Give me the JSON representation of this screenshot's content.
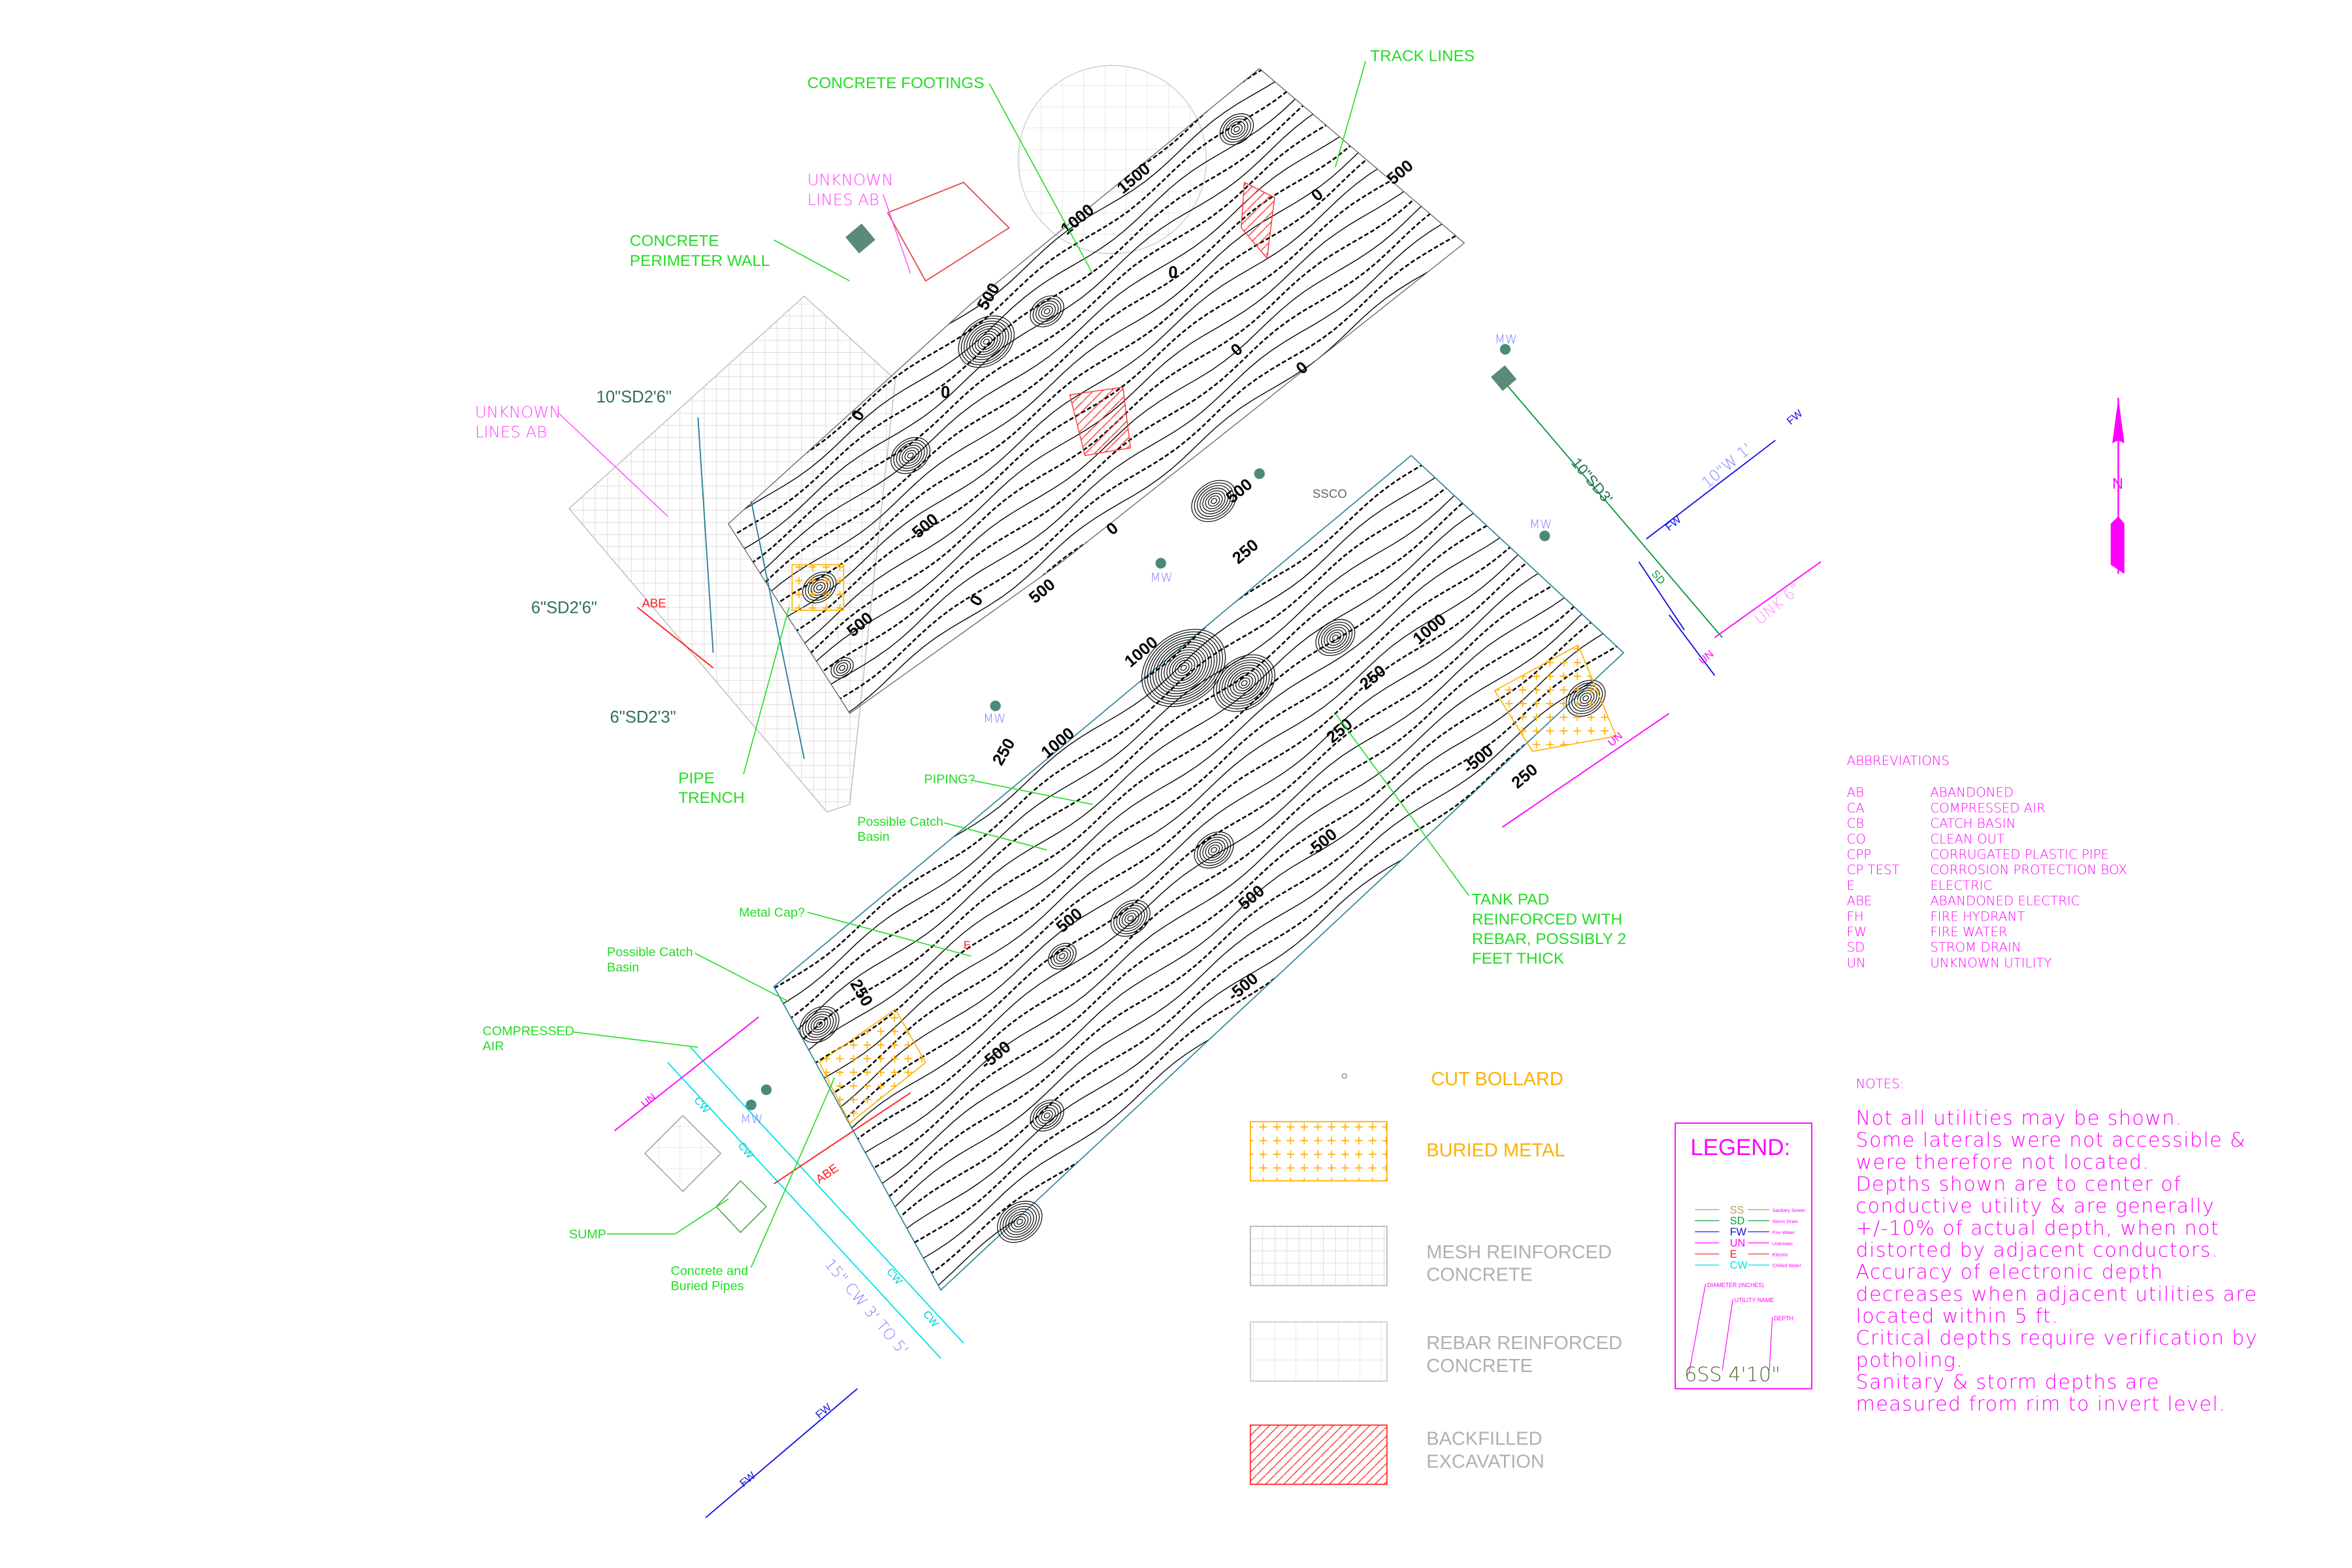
{
  "map_labels": {
    "track_lines": "TRACK LINES",
    "concrete_footings": "CONCRETE FOOTINGS",
    "unknown_lines_ab_top": [
      "UNKNOWN",
      "LINES AB"
    ],
    "concrete_perimeter_wall": [
      "CONCRETE",
      "PERIMETER WALL"
    ],
    "unknown_lines_ab_left": [
      "UNKNOWN",
      "LINES AB"
    ],
    "sd_10_2_6": "10\"SD2'6\"",
    "sd_6_2_6": "6\"SD2'6\"",
    "sd_6_2_3": "6\"SD2'3\"",
    "pipe_trench": [
      "PIPE",
      "TRENCH"
    ],
    "piping": "PIPING?",
    "possible_catch_basin_1": [
      "Possible Catch",
      "Basin"
    ],
    "metal_cap": "Metal Cap?",
    "possible_catch_basin_2": [
      "Possible Catch",
      "Basin"
    ],
    "compressed_air": [
      "COMPRESSED",
      "AIR"
    ],
    "sump": "SUMP",
    "concrete_buried_pipes": [
      "Concrete and",
      "Buried Pipes"
    ],
    "tank_pad": [
      "TANK PAD",
      "REINFORCED WITH",
      "REBAR, POSSIBLY 2",
      "FEET THICK"
    ],
    "sd_10_3": "10\"SD3'",
    "w_10_1": "10\"W 1'",
    "unk_6": "UNK 6\"",
    "cw_15": "15\" CW 3' TO 5'",
    "ssco": "SSCO",
    "mw": "MW",
    "abe": "ABE",
    "fw": "FW",
    "sd": "SD",
    "un": "UN",
    "cw": "CW",
    "e": "E"
  },
  "contour_labels": [
    "1500",
    "1000",
    "500",
    "0",
    "0",
    "0",
    "0",
    "500",
    "0",
    "0",
    "500",
    "500",
    "0",
    "500",
    "0",
    "250",
    "1000",
    "250",
    "1000",
    "250",
    "1000",
    "250",
    "-500",
    "250",
    "500",
    "500",
    "-500",
    "-500",
    "-500",
    "250",
    "500"
  ],
  "north_arrow": {
    "label": "N",
    "color": "#ff00ff"
  },
  "symbol_legend": {
    "cut_bollard": "CUT BOLLARD",
    "buried_metal": "BURIED METAL",
    "mesh_reinforced_concrete": [
      "MESH REINFORCED",
      "CONCRETE"
    ],
    "rebar_reinforced_concrete": [
      "REBAR REINFORCED",
      "CONCRETE"
    ],
    "backfilled_excavation": [
      "BACKFILLED",
      "EXCAVATION"
    ]
  },
  "legend_box": {
    "title": "LEGEND:",
    "utilities": [
      {
        "code": "SS",
        "name": "Sanitary Sewer",
        "color": "#b89c6c"
      },
      {
        "code": "SD",
        "name": "Storm Drain",
        "color": "#0a9a3a"
      },
      {
        "code": "FW",
        "name": "Fire Water",
        "color": "#1010e0"
      },
      {
        "code": "UN",
        "name": "Unknown",
        "color": "#ff00ff"
      },
      {
        "code": "E",
        "name": "Electric",
        "color": "#ff1a1a"
      },
      {
        "code": "CW",
        "name": "Chilled Water",
        "color": "#00e5e5"
      }
    ],
    "diameter_label": "DIAMETER (INCHES)",
    "utility_name_label": "UTILITY NAME",
    "depth_label": "DEPTH",
    "example": "6SS  4'10\""
  },
  "abbreviations": {
    "title": "ABBREVIATIONS",
    "items": [
      {
        "abbr": "AB",
        "meaning": "ABANDONED"
      },
      {
        "abbr": "CA",
        "meaning": "COMPRESSED AIR"
      },
      {
        "abbr": "CB",
        "meaning": "CATCH BASIN"
      },
      {
        "abbr": "CO",
        "meaning": "CLEAN OUT"
      },
      {
        "abbr": "CPP",
        "meaning": "CORRUGATED PLASTIC PIPE"
      },
      {
        "abbr": "CP TEST",
        "meaning": "CORROSION PROTECTION BOX"
      },
      {
        "abbr": "E",
        "meaning": "ELECTRIC"
      },
      {
        "abbr": "ABE",
        "meaning": "ABANDONED ELECTRIC"
      },
      {
        "abbr": "FH",
        "meaning": "FIRE HYDRANT"
      },
      {
        "abbr": "FW",
        "meaning": "FIRE WATER"
      },
      {
        "abbr": "SD",
        "meaning": "STROM DRAIN"
      },
      {
        "abbr": "UN",
        "meaning": "UNKNOWN UTILITY"
      }
    ]
  },
  "notes": {
    "title": "NOTES:",
    "lines": [
      "Not all utilities may be shown.",
      "Some laterals were not accessible &",
      "were therefore not located.",
      "Depths shown are to center of",
      "conductive utility & are generally",
      "+/-10% of actual depth, when not",
      "distorted by adjacent conductors.",
      "Accuracy of electronic depth",
      "decreases when adjacent utilities are",
      "located within 5 ft.",
      "Critical depths require verification by",
      "potholing.",
      "Sanitary & storm depths are",
      "measured from rim to invert level."
    ]
  },
  "colors": {
    "annotation": "#22dd22",
    "magenta": "#ff00ff",
    "buried_metal": "#ffb000",
    "contour": "#000000"
  }
}
